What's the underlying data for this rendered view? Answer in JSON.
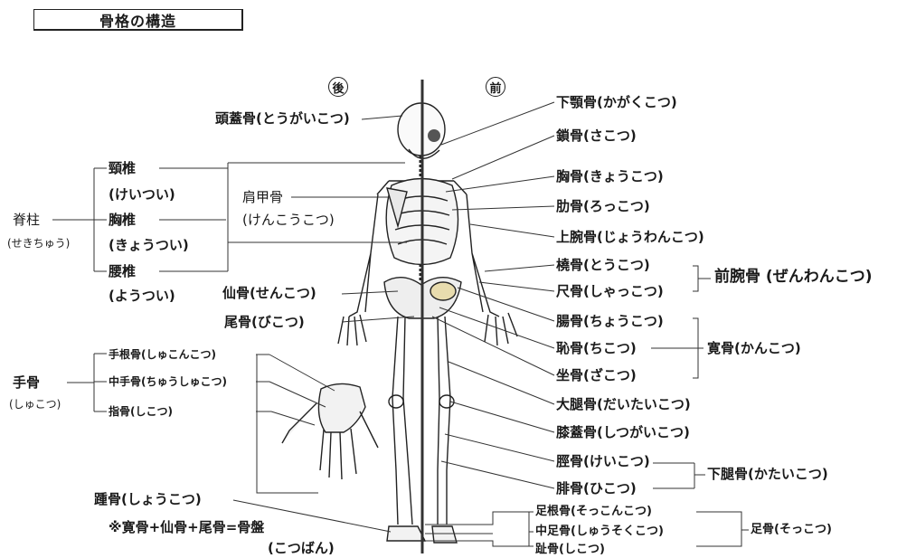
{
  "title": "骨格の構造",
  "marks": {
    "back": "後",
    "front": "前"
  },
  "labels": {
    "skull": "頭蓋骨(とうがいこつ)",
    "mandible": "下顎骨(かがくこつ)",
    "clavicle": "鎖骨(さこつ)",
    "sternum": "胸骨(きょうこつ)",
    "rib": "肋骨(ろっこつ)",
    "humerus": "上腕骨(じょうわんこつ)",
    "radius": "橈骨(とうこつ)",
    "ulna": "尺骨(しゃっこつ)",
    "forearm": "前腕骨 (ぜんわんこつ)",
    "ilium": "腸骨(ちょうこつ)",
    "pubis": "恥骨(ちこつ)",
    "ischium": "坐骨(ざこつ)",
    "hip": "寛骨(かんこつ)",
    "femur": "大腿骨(だいたいこつ)",
    "patella": "膝蓋骨(しつがいこつ)",
    "tibia": "脛骨(けいこつ)",
    "fibula": "腓骨(ひこつ)",
    "lowerleg": "下腿骨(かたいこつ)",
    "tarsal": "足根骨(そっこんこつ)",
    "metatarsal": "中足骨(しゅうそくこつ)",
    "toe": "趾骨(しこつ)",
    "foot": "足骨(そっこつ)",
    "cervical": "頸椎",
    "cervical_r": "(けいつい)",
    "thoracic": "胸椎",
    "thoracic_r": "(きょうつい)",
    "lumbar": "腰椎",
    "lumbar_r": "(ようつい)",
    "spine": "脊柱",
    "spine_r": "(せきちゅう)",
    "scapula": "肩甲骨",
    "scapula_r": "(けんこうこつ)",
    "sacrum": "仙骨(せんこつ)",
    "coccyx": "尾骨(びこつ)",
    "carpal": "手根骨(しゅこんこつ)",
    "metacarpal": "中手骨(ちゅうしゅこつ)",
    "phalanx": "指骨(しこつ)",
    "hand": "手骨",
    "hand_r": "(しゅこつ)",
    "calcaneus": "踵骨(しょうこつ)",
    "note": "※寛骨+仙骨+尾骨=骨盤",
    "note_r": "(こつばん)"
  }
}
